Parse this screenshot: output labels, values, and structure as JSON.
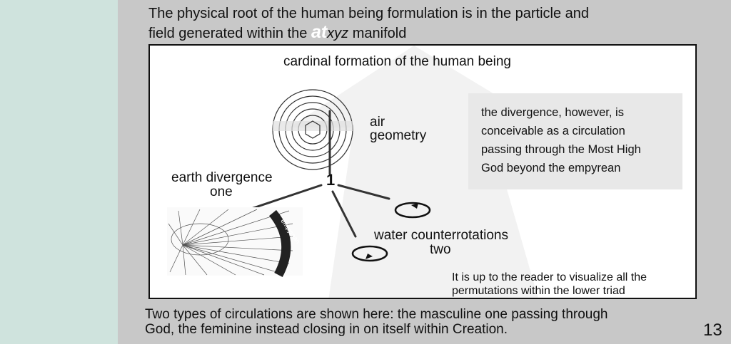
{
  "header": {
    "line1": "The physical root of the human being formulation is in the particle and",
    "line2_pre": "field generated within the ",
    "brand": "at",
    "brand_suffix": "xyz",
    "line2_post": " manifold"
  },
  "diagram": {
    "title": "cardinal formation of the human being",
    "center_number": "1",
    "air_label_1": "air",
    "air_label_2": "geometry",
    "earth_label_1": "earth divergence",
    "earth_label_2": "one",
    "water_label_1": "water counterrotations",
    "water_label_2": "two",
    "empyrean_label": "empyrean",
    "note_lines": [
      "the divergence, however, is",
      "conceivable as a circulation",
      "passing through the Most High",
      "God beyond the empyrean"
    ],
    "bottom_note_1": "It is up to the reader to visualize all the",
    "bottom_note_2": "permutations within the lower triad"
  },
  "footer": {
    "line1": "Two types of circulations are shown here: the masculine one passing through",
    "line2": "God, the feminine instead closing in on itself within Creation."
  },
  "page_number": "13"
}
